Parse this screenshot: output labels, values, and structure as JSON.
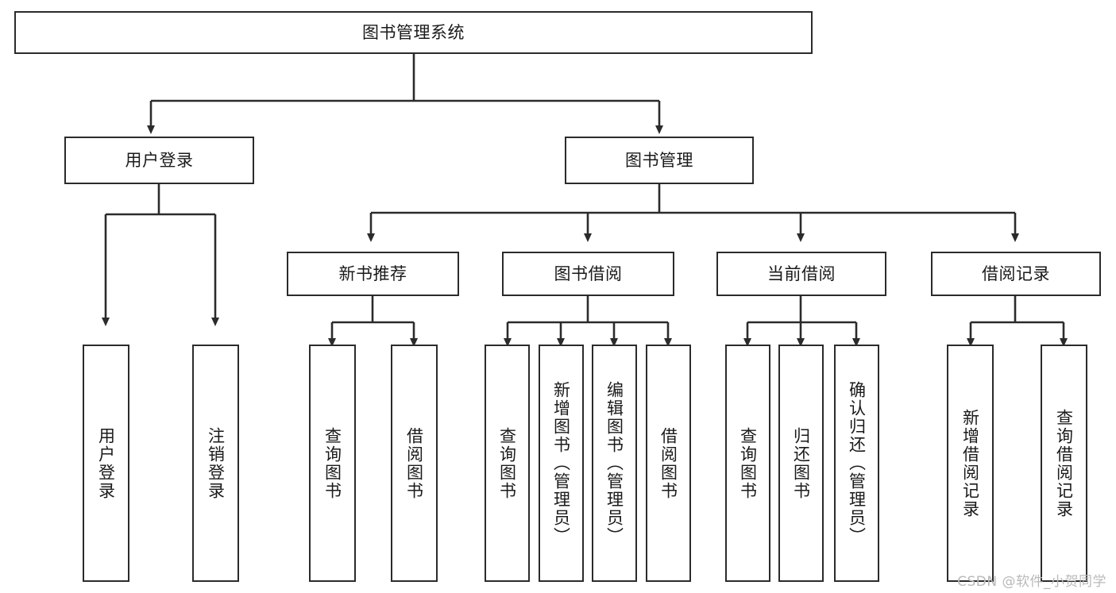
{
  "diagram": {
    "title": "图书管理系统",
    "watermark": "CSDN @软件_小贺同学",
    "colors": {
      "stroke": "#2b2b2b",
      "fill": "#ffffff",
      "text": "#1a1a1a",
      "watermark": "#b9b9b9",
      "background": "#ffffff"
    },
    "nodes": {
      "root": {
        "label": "图书管理系统"
      },
      "level2": [
        {
          "id": "user-login",
          "label": "用户登录"
        },
        {
          "id": "book-manage",
          "label": "图书管理"
        }
      ],
      "level3": [
        {
          "id": "new-book-recommend",
          "label": "新书推荐"
        },
        {
          "id": "book-borrow",
          "label": "图书借阅"
        },
        {
          "id": "current-borrow",
          "label": "当前借阅"
        },
        {
          "id": "borrow-record",
          "label": "借阅记录"
        }
      ],
      "leaves": {
        "user-login": [
          {
            "id": "leaf-user-login",
            "label": "用户登录"
          },
          {
            "id": "leaf-logout-login",
            "label": "注销登录"
          }
        ],
        "new-book-recommend": [
          {
            "id": "leaf-query-book-1",
            "label": "查询图书"
          },
          {
            "id": "leaf-borrow-book-1",
            "label": "借阅图书"
          }
        ],
        "book-borrow": [
          {
            "id": "leaf-query-book-2",
            "label": "查询图书"
          },
          {
            "id": "leaf-add-book-admin",
            "label": "新增图书（管理员）"
          },
          {
            "id": "leaf-edit-book-admin",
            "label": "编辑图书（管理员）"
          },
          {
            "id": "leaf-borrow-book-2",
            "label": "借阅图书"
          }
        ],
        "current-borrow": [
          {
            "id": "leaf-query-book-3",
            "label": "查询图书"
          },
          {
            "id": "leaf-return-book",
            "label": "归还图书"
          },
          {
            "id": "leaf-confirm-return-admin",
            "label": "确认归还（管理员）"
          }
        ],
        "borrow-record": [
          {
            "id": "leaf-add-borrow-record",
            "label": "新增借阅记录"
          },
          {
            "id": "leaf-query-borrow-record",
            "label": "查询借阅记录"
          }
        ]
      }
    }
  }
}
